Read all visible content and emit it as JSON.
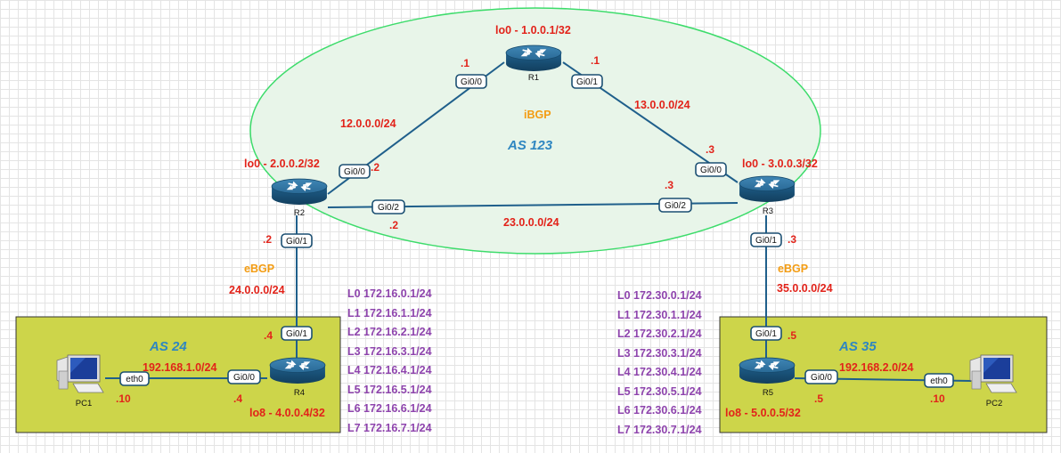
{
  "routers": {
    "r1": {
      "name": "R1",
      "loopback": "lo0 - 1.0.0.1/32"
    },
    "r2": {
      "name": "R2",
      "loopback": "lo0 - 2.0.0.2/32"
    },
    "r3": {
      "name": "R3",
      "loopback": "lo0 - 3.0.0.3/32"
    },
    "r4": {
      "name": "R4",
      "loopback": "lo8 - 4.0.0.4/32"
    },
    "r5": {
      "name": "R5",
      "loopback": "lo8 - 5.0.0.5/32"
    }
  },
  "hosts": {
    "pc1": {
      "name": "PC1",
      "iface": "eth0",
      "ip": ".10"
    },
    "pc2": {
      "name": "PC2",
      "iface": "eth0",
      "ip": ".10"
    }
  },
  "autonomous_systems": {
    "as123": "AS 123",
    "as24": "AS 24",
    "as35": "AS 35"
  },
  "protocols": {
    "ibgp": "iBGP",
    "ebgp_left": "eBGP",
    "ebgp_right": "eBGP"
  },
  "links": {
    "r1_r2": {
      "network": "12.0.0.0/24",
      "r1_iface": "Gi0/0",
      "r1_ip": ".1",
      "r2_iface": "Gi0/0",
      "r2_ip": ".2"
    },
    "r1_r3": {
      "network": "13.0.0.0/24",
      "r1_iface": "Gi0/1",
      "r1_ip": ".1",
      "r3_iface": "Gi0/0",
      "r3_ip": ".3"
    },
    "r2_r3": {
      "network": "23.0.0.0/24",
      "r2_iface": "Gi0/2",
      "r2_ip": ".2",
      "r3_iface": "Gi0/2",
      "r3_ip": ".3"
    },
    "r2_r4": {
      "network": "24.0.0.0/24",
      "r2_iface": "Gi0/1",
      "r2_ip": ".2",
      "r4_iface": "Gi0/1",
      "r4_ip": ".4"
    },
    "r3_r5": {
      "network": "35.0.0.0/24",
      "r3_iface": "Gi0/1",
      "r3_ip": ".3",
      "r5_iface": "Gi0/1",
      "r5_ip": ".5"
    },
    "r4_pc1": {
      "network": "192.168.1.0/24",
      "r4_iface": "Gi0/0",
      "r4_ip": ".4"
    },
    "r5_pc2": {
      "network": "192.168.2.0/24",
      "r5_iface": "Gi0/0",
      "r5_ip": ".5"
    }
  },
  "loopbacks_r4": [
    "L0 172.16.0.1/24",
    "L1 172.16.1.1/24",
    "L2 172.16.2.1/24",
    "L3 172.16.3.1/24",
    "L4 172.16.4.1/24",
    "L5 172.16.5.1/24",
    "L6 172.16.6.1/24",
    "L7 172.16.7.1/24"
  ],
  "loopbacks_r5": [
    "L0 172.30.0.1/24",
    "L1 172.30.1.1/24",
    "L2 172.30.2.1/24",
    "L3 172.30.3.1/24",
    "L4 172.30.4.1/24",
    "L5 172.30.5.1/24",
    "L6 172.30.6.1/24",
    "L7 172.30.7.1/24"
  ],
  "colors": {
    "as_box": "#cdd54a",
    "as123_fill": "#e8f5e9",
    "as123_border": "#3ddc6b",
    "link": "#1f5f8b",
    "router": "#1f5f8b"
  }
}
